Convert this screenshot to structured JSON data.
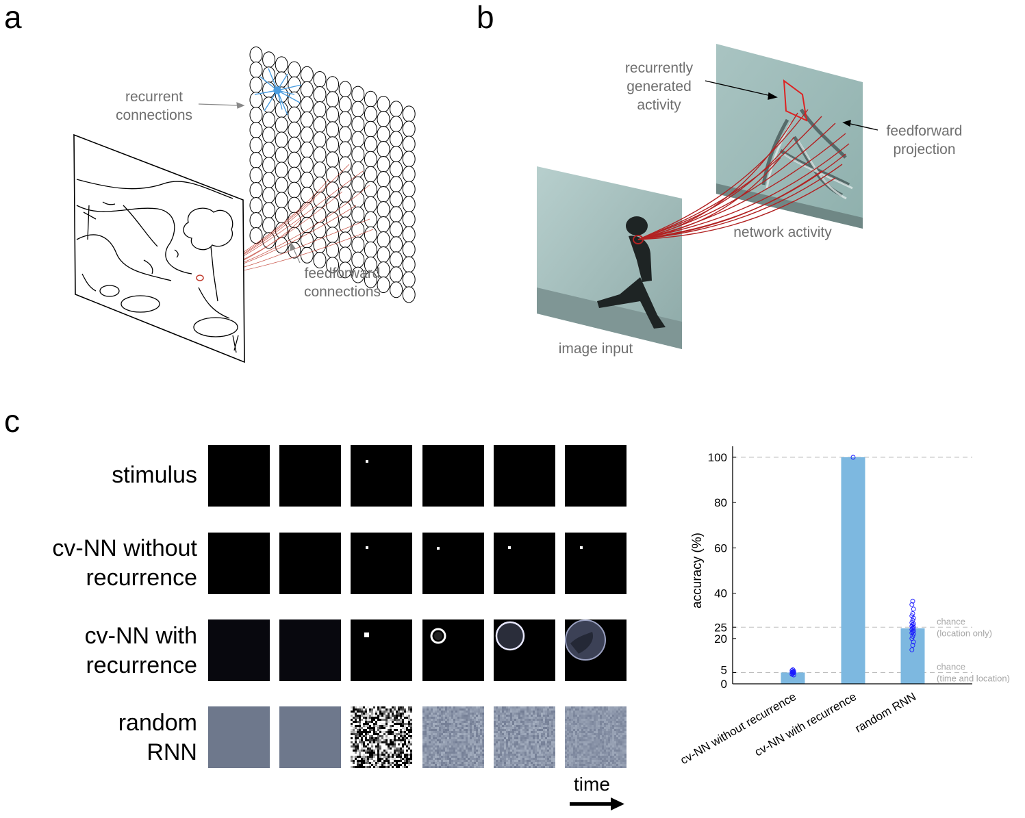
{
  "panels": {
    "a": "a",
    "b": "b",
    "c": "c"
  },
  "panel_a": {
    "recurrent_label": [
      "recurrent",
      "connections"
    ],
    "feedforward_label": [
      "feedforward",
      "connections"
    ]
  },
  "panel_b": {
    "recurrent_label": [
      "recurrently",
      "generated",
      "activity"
    ],
    "feedforward_label": [
      "feedforward",
      "projection"
    ],
    "network_label": "network activity",
    "input_label": "image input"
  },
  "panel_c": {
    "rows": [
      {
        "label": [
          "stimulus"
        ]
      },
      {
        "label": [
          "cv-NN without",
          "recurrence"
        ]
      },
      {
        "label": [
          "cv-NN with",
          "recurrence"
        ]
      },
      {
        "label": [
          "random",
          "RNN"
        ]
      }
    ],
    "time_label": "time"
  },
  "colors": {
    "bar": "#7db8e0",
    "points": "#1a1aff",
    "connection_red": "#c0392b",
    "recurrent_blue": "#4a9de0"
  },
  "chart_data": {
    "type": "bar",
    "categories": [
      "cv-NN without recurrence",
      "cv-NN with recurrence",
      "random RNN"
    ],
    "values": [
      5,
      100,
      24.5
    ],
    "ylabel": "accuracy (%)",
    "xlabel": "",
    "ylim": [
      0,
      105
    ],
    "yticks": [
      0,
      5,
      20,
      25,
      40,
      60,
      80,
      100
    ],
    "reference_lines": [
      {
        "y": 100,
        "label": ""
      },
      {
        "y": 25,
        "label": [
          "chance",
          "(location only)"
        ]
      },
      {
        "y": 5,
        "label": [
          "chance",
          "(time and location)"
        ]
      }
    ],
    "scatter": [
      [
        4.2,
        4.6,
        4.9,
        5.1,
        5.3,
        5.6,
        5.9,
        6.2,
        3.9,
        4.4,
        5.0,
        5.5
      ],
      [
        100
      ],
      [
        15,
        17,
        18.5,
        20,
        21,
        22,
        22.5,
        23,
        23.5,
        24,
        24.5,
        25,
        25.5,
        26,
        26.5,
        27,
        28,
        29,
        30,
        31,
        33,
        35,
        36.5
      ]
    ]
  }
}
